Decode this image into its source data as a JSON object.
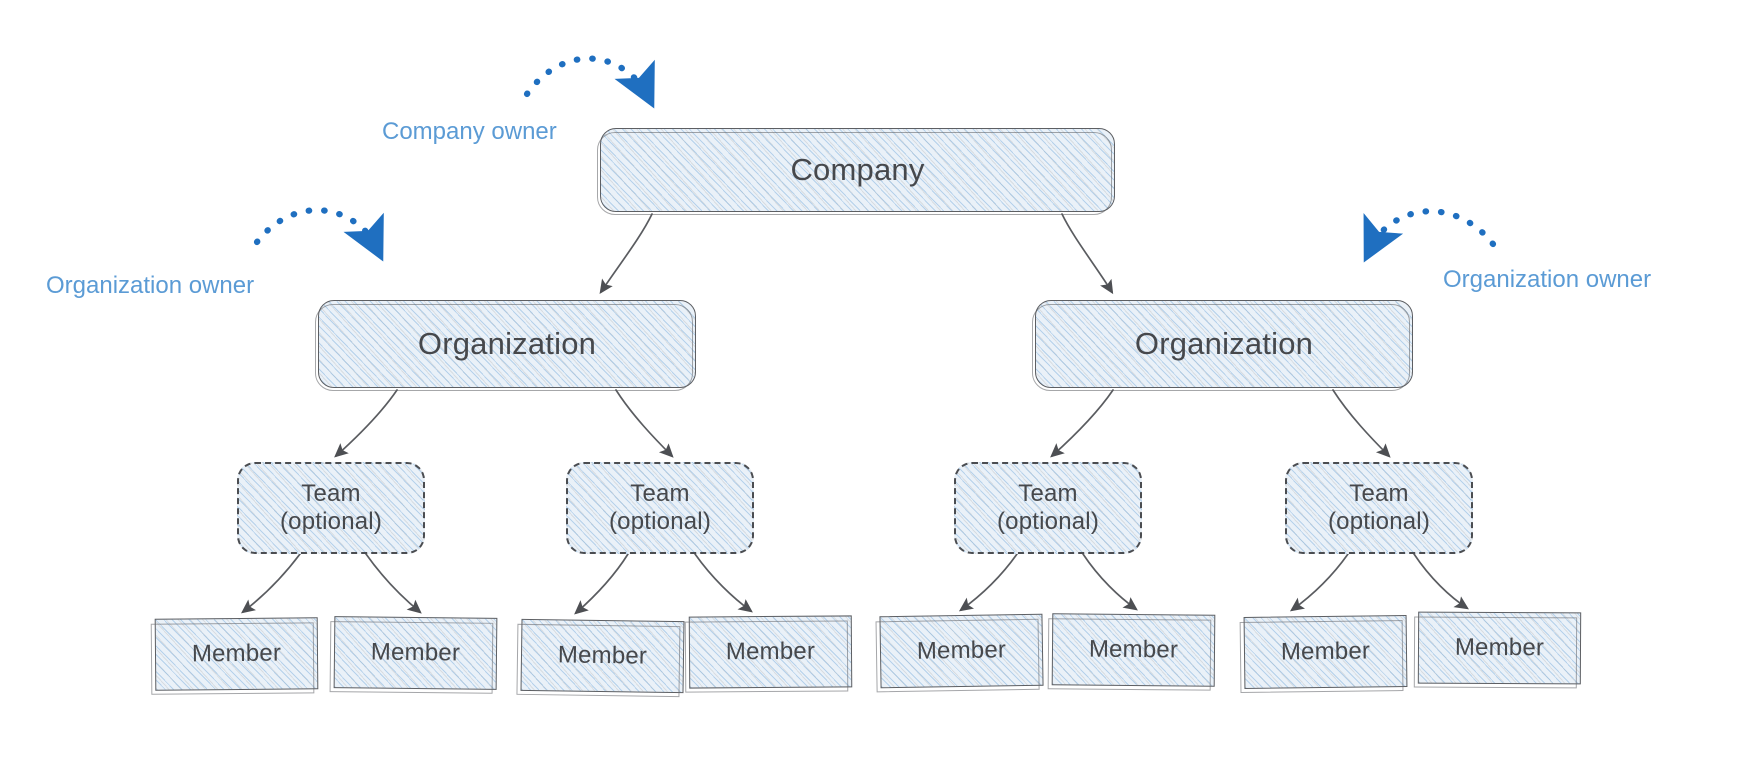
{
  "diagram": {
    "title": "Company / Organization / Team / Member hierarchy",
    "style": "hand-drawn sketch",
    "background_color": "#ffffff",
    "node_fill_color": "#eaf1f8",
    "node_stroke_color": "#5d5f63",
    "node_text_color": "#46484c",
    "annotation_text_color": "#5b9bd5",
    "annotation_arrow_color": "#1f6fc0",
    "connector_color": "#5a5c60"
  },
  "nodes": {
    "company": {
      "label": "Company",
      "shape": "rounded-rect",
      "border": "solid"
    },
    "organizations": [
      {
        "label": "Organization",
        "shape": "rounded-rect",
        "border": "solid"
      },
      {
        "label": "Organization",
        "shape": "rounded-rect",
        "border": "solid"
      }
    ],
    "teams": [
      {
        "line1": "Team",
        "line2": "(optional)",
        "shape": "rounded-rect",
        "border": "dashed"
      },
      {
        "line1": "Team",
        "line2": "(optional)",
        "shape": "rounded-rect",
        "border": "dashed"
      },
      {
        "line1": "Team",
        "line2": "(optional)",
        "shape": "rounded-rect",
        "border": "dashed"
      },
      {
        "line1": "Team",
        "line2": "(optional)",
        "shape": "rounded-rect",
        "border": "dashed"
      }
    ],
    "members": [
      {
        "label": "Member",
        "shape": "rect"
      },
      {
        "label": "Member",
        "shape": "rect"
      },
      {
        "label": "Member",
        "shape": "rect"
      },
      {
        "label": "Member",
        "shape": "rect"
      },
      {
        "label": "Member",
        "shape": "rect"
      },
      {
        "label": "Member",
        "shape": "rect"
      },
      {
        "label": "Member",
        "shape": "rect"
      },
      {
        "label": "Member",
        "shape": "rect"
      }
    ]
  },
  "annotations": [
    {
      "id": "company-owner",
      "label": "Company owner",
      "points_to": "company",
      "arrow": "dotted-curved"
    },
    {
      "id": "org-owner-left",
      "label": "Organization owner",
      "points_to": "organization-1",
      "arrow": "dotted-curved"
    },
    {
      "id": "org-owner-right",
      "label": "Organization owner",
      "points_to": "organization-2",
      "arrow": "dotted-curved"
    }
  ],
  "edges": [
    {
      "from": "company",
      "to": "organization-1"
    },
    {
      "from": "company",
      "to": "organization-2"
    },
    {
      "from": "organization-1",
      "to": "team-1"
    },
    {
      "from": "organization-1",
      "to": "team-2"
    },
    {
      "from": "organization-2",
      "to": "team-3"
    },
    {
      "from": "organization-2",
      "to": "team-4"
    },
    {
      "from": "team-1",
      "to": "member-1"
    },
    {
      "from": "team-1",
      "to": "member-2"
    },
    {
      "from": "team-2",
      "to": "member-3"
    },
    {
      "from": "team-2",
      "to": "member-4"
    },
    {
      "from": "team-3",
      "to": "member-5"
    },
    {
      "from": "team-3",
      "to": "member-6"
    },
    {
      "from": "team-4",
      "to": "member-7"
    },
    {
      "from": "team-4",
      "to": "member-8"
    }
  ]
}
